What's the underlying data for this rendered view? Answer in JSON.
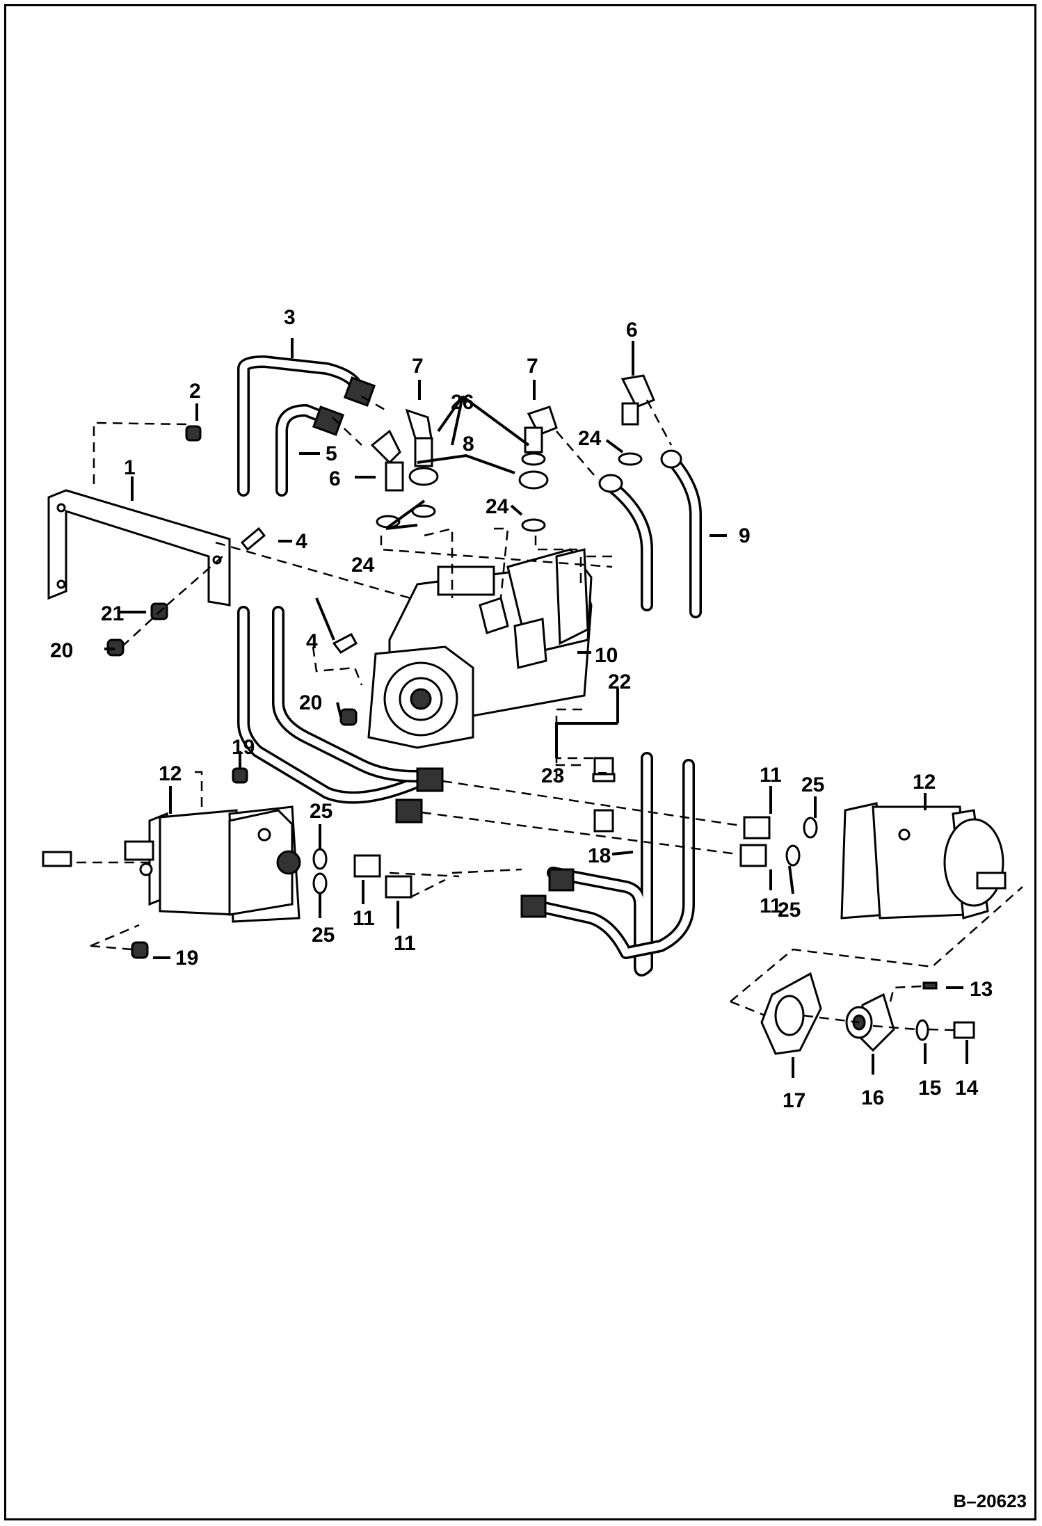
{
  "figure_id": "B–20623",
  "callouts": [
    {
      "id": "c1",
      "text": "1"
    },
    {
      "id": "c2",
      "text": "2"
    },
    {
      "id": "c3",
      "text": "3"
    },
    {
      "id": "c4a",
      "text": "4"
    },
    {
      "id": "c4b",
      "text": "4"
    },
    {
      "id": "c5",
      "text": "5"
    },
    {
      "id": "c6a",
      "text": "6"
    },
    {
      "id": "c6b",
      "text": "6"
    },
    {
      "id": "c7a",
      "text": "7"
    },
    {
      "id": "c7b",
      "text": "7"
    },
    {
      "id": "c8",
      "text": "8"
    },
    {
      "id": "c9",
      "text": "9"
    },
    {
      "id": "c10",
      "text": "10"
    },
    {
      "id": "c11a",
      "text": "11"
    },
    {
      "id": "c11b",
      "text": "11"
    },
    {
      "id": "c11c",
      "text": "11"
    },
    {
      "id": "c11d",
      "text": "11"
    },
    {
      "id": "c12a",
      "text": "12"
    },
    {
      "id": "c12b",
      "text": "12"
    },
    {
      "id": "c13",
      "text": "13"
    },
    {
      "id": "c14",
      "text": "14"
    },
    {
      "id": "c15",
      "text": "15"
    },
    {
      "id": "c16",
      "text": "16"
    },
    {
      "id": "c17",
      "text": "17"
    },
    {
      "id": "c18",
      "text": "18"
    },
    {
      "id": "c19a",
      "text": "19"
    },
    {
      "id": "c19b",
      "text": "19"
    },
    {
      "id": "c20a",
      "text": "20"
    },
    {
      "id": "c20b",
      "text": "20"
    },
    {
      "id": "c21",
      "text": "21"
    },
    {
      "id": "c22",
      "text": "22"
    },
    {
      "id": "c23",
      "text": "23"
    },
    {
      "id": "c24a",
      "text": "24"
    },
    {
      "id": "c24b",
      "text": "24"
    },
    {
      "id": "c24c",
      "text": "24"
    },
    {
      "id": "c25a",
      "text": "25"
    },
    {
      "id": "c25b",
      "text": "25"
    },
    {
      "id": "c25c",
      "text": "25"
    },
    {
      "id": "c25d",
      "text": "25"
    },
    {
      "id": "c26",
      "text": "26"
    }
  ]
}
